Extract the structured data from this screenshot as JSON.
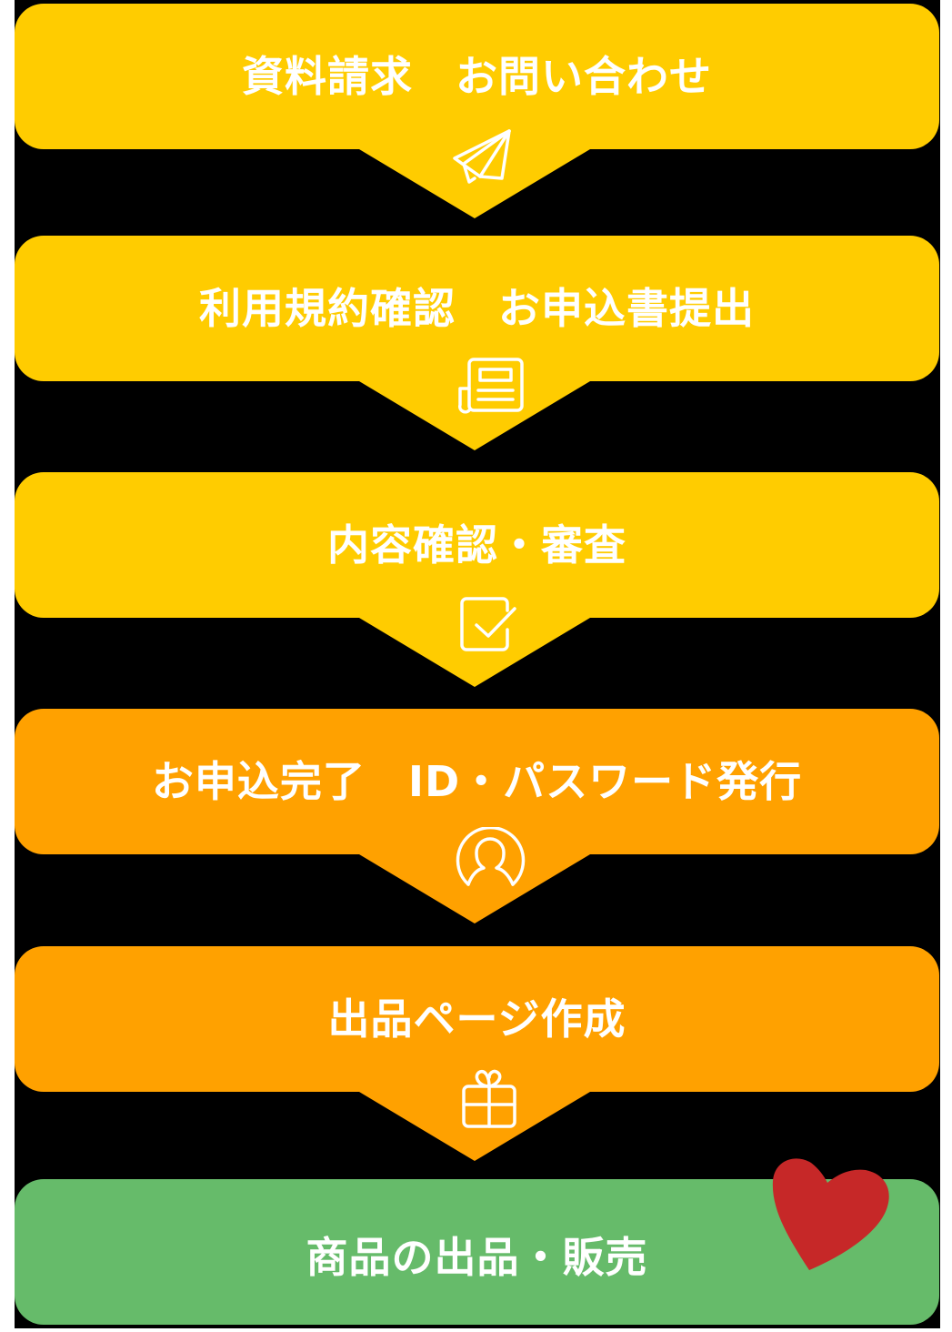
{
  "colors": {
    "yellow": "#FFCC00",
    "orange": "#FFA100",
    "green": "#66BB6A",
    "heart": "#C62828",
    "text": "#FFFFFF",
    "background": "#000000"
  },
  "steps": [
    {
      "label": "資料請求　お問い合わせ",
      "icon": "paper-plane-icon",
      "color": "yellow"
    },
    {
      "label": "利用規約確認　お申込書提出",
      "icon": "document-icon",
      "color": "yellow"
    },
    {
      "label": "内容確認・審査",
      "icon": "checkbox-icon",
      "color": "yellow"
    },
    {
      "label": "お申込完了　ID・パスワード発行",
      "icon": "user-icon",
      "color": "orange"
    },
    {
      "label": "出品ページ作成",
      "icon": "gift-icon",
      "color": "orange"
    },
    {
      "label": "商品の出品・販売",
      "icon": "heart-icon",
      "color": "green"
    }
  ]
}
